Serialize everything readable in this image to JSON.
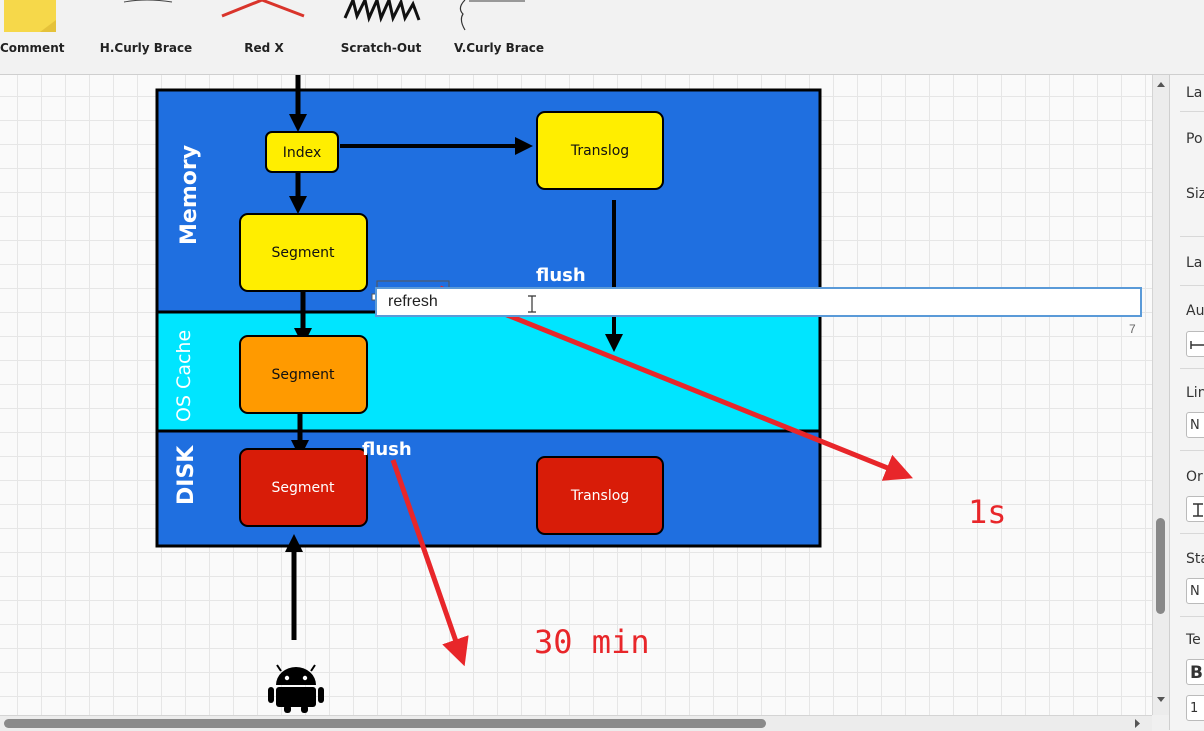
{
  "toolbar": {
    "shapes": [
      {
        "label": "Comment"
      },
      {
        "label": "H.Curly Brace"
      },
      {
        "label": "Red X"
      },
      {
        "label": "Scratch-Out"
      },
      {
        "label": "V.Curly Brace"
      }
    ]
  },
  "diagram": {
    "layers": {
      "memory": "Memory",
      "os_cache": "OS Cache",
      "disk": "DISK"
    },
    "boxes": {
      "index": "Index",
      "translog_memory": "Translog",
      "segment_memory": "Segment",
      "segment_cache": "Segment",
      "segment_disk": "Segment",
      "translog_disk": "Translog"
    },
    "labels": {
      "flush_top": "flush",
      "flush_bottom": "flush"
    },
    "annotations": {
      "one_second": "1s",
      "thirty_min": "30 min"
    },
    "icons": [
      "android-icon"
    ],
    "colors": {
      "memory_blue": "#1f6fe0",
      "cache_cyan": "#00e5ff",
      "box_yellow": "#ffee00",
      "box_orange": "#ff9a00",
      "box_red": "#d81c08",
      "arrow_red": "#e8262a"
    }
  },
  "text_editor": {
    "value": "refresh",
    "char_count": "7"
  },
  "right_panel": {
    "labels": [
      "La",
      "Po",
      "Siz",
      "La",
      "Au",
      "Lin",
      "Or",
      "Sta",
      "Te"
    ],
    "fields": [
      "N",
      "N",
      "1"
    ],
    "bold_button": "B"
  }
}
